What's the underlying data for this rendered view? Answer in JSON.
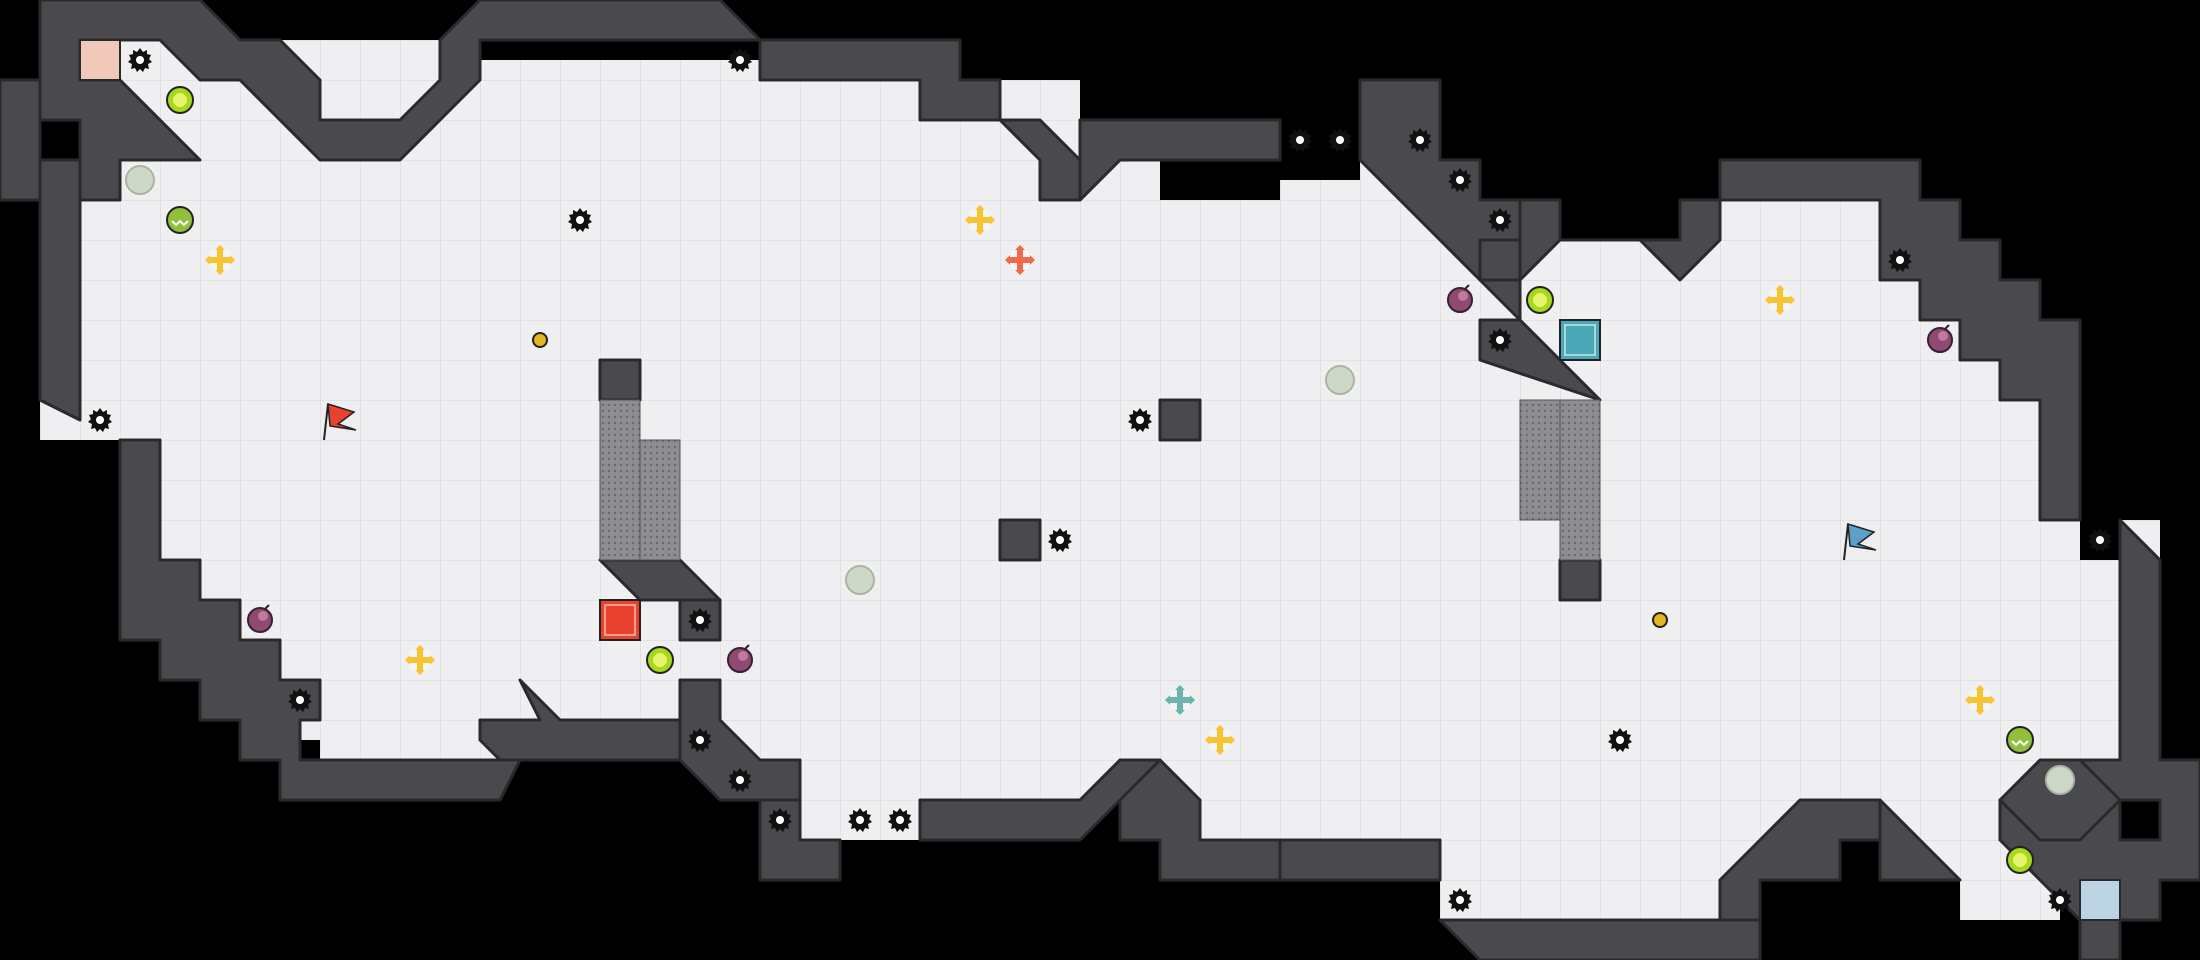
{
  "game": {
    "title": "",
    "colors": {
      "background": "#000000",
      "floor": "#efeff1",
      "floor_grid": "#d6d6da",
      "wall": "#4a4a4e",
      "wall_edge": "#2a2a2d",
      "team_red": "#e8412f",
      "team_blue": "#5aa0c8",
      "endzone_red": "#f1c9ba",
      "endzone_blue": "#bcd3e4",
      "boost_yellow": "#f4c530",
      "boost_red": "#ee6b4a",
      "boost_teal": "#6cb4ad",
      "powerup": "#a8d81a",
      "bomb": "#8e4a72",
      "mars_ball": "#8fbf3b",
      "button": "#e5b51c"
    },
    "icons": {
      "spike": "spike-icon",
      "boost": "boost-icon",
      "bomb": "bomb-icon",
      "powerup": "powerup-icon",
      "flag": "flag-icon",
      "button": "button-icon",
      "gate": "gate-icon",
      "portal": "portal-icon",
      "endzone": "endzone-icon",
      "mars_ball": "mars-ball-icon"
    },
    "flags": [
      {
        "team": "red",
        "name": "red-flag"
      },
      {
        "team": "blue",
        "name": "blue-flag"
      }
    ]
  }
}
